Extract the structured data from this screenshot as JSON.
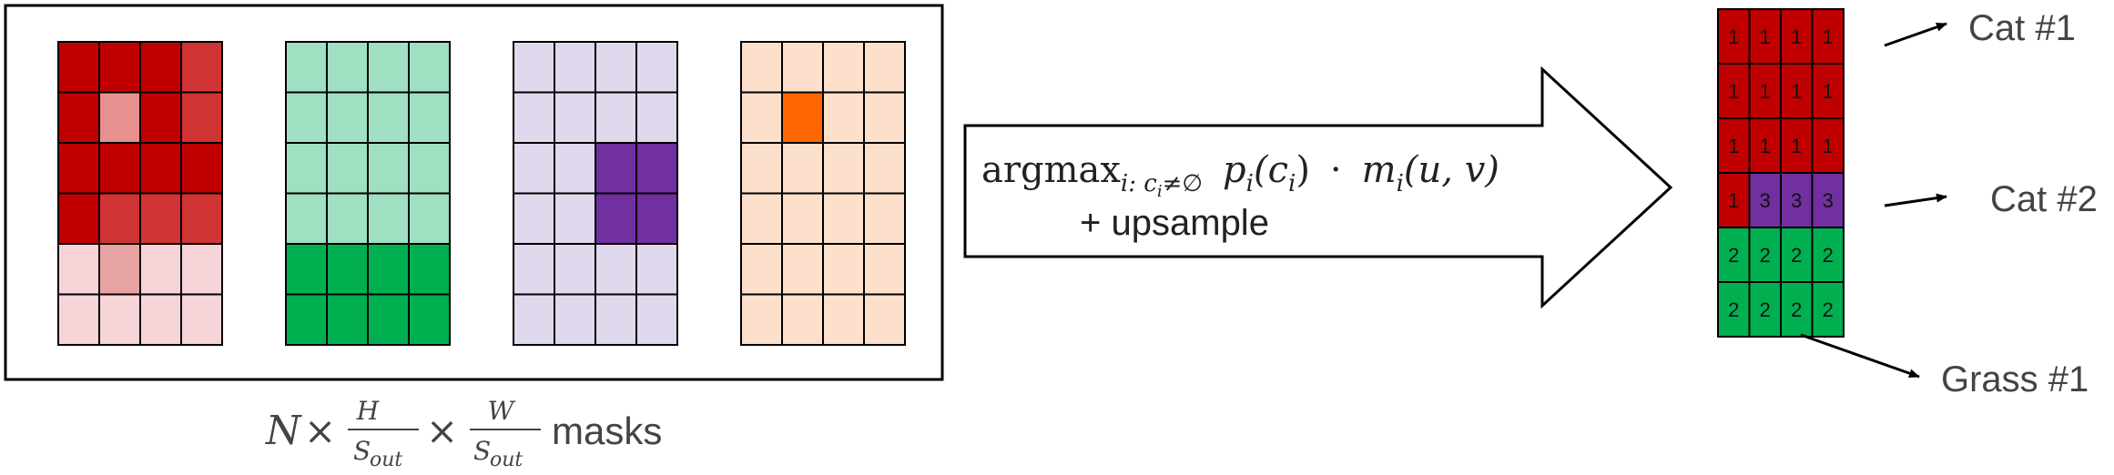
{
  "masks_caption": {
    "N": "N",
    "times1": "×",
    "h_num": "H",
    "h_den": "S",
    "h_den_sub": "out",
    "times2": "×",
    "w_num": "W",
    "w_den": "S",
    "w_den_sub": "out",
    "suffix": "masks"
  },
  "arrow_formula": {
    "argmax": "argmax",
    "argmax_sub": "i: c",
    "argmax_sub_i": "i",
    "argmax_sub_rest": "≠∅",
    "p": "p",
    "p_sub": "i",
    "p_arg": "(c",
    "p_arg_sub": "i",
    "p_arg_close": ")",
    "dot": "·",
    "m": "m",
    "m_sub": "i",
    "m_arg": "(u, v)",
    "line2": "+ upsample"
  },
  "labels": {
    "cat1": "Cat #1",
    "cat2": "Cat #2",
    "grass1": "Grass #1"
  },
  "masks": [
    {
      "cells": [
        [
          "#c00000",
          "#c00000",
          "#c00000",
          "#d13434"
        ],
        [
          "#c00000",
          "#e6908f",
          "#c00000",
          "#d13434"
        ],
        [
          "#c00000",
          "#c00000",
          "#c00000",
          "#c00000"
        ],
        [
          "#c00000",
          "#d13434",
          "#d13434",
          "#d13434"
        ],
        [
          "#f6d4d8",
          "#e8a3a4",
          "#f6d4d8",
          "#f6d4d8"
        ],
        [
          "#f6d4d8",
          "#f6d4d8",
          "#f6d4d8",
          "#f6d4d8"
        ]
      ]
    },
    {
      "cells": [
        [
          "#9fe0c2",
          "#9fe0c2",
          "#9fe0c2",
          "#9fe0c2"
        ],
        [
          "#9fe0c2",
          "#9fe0c2",
          "#9fe0c2",
          "#9fe0c2"
        ],
        [
          "#9fe0c2",
          "#9fe0c2",
          "#9fe0c2",
          "#9fe0c2"
        ],
        [
          "#9fe0c2",
          "#9fe0c2",
          "#9fe0c2",
          "#9fe0c2"
        ],
        [
          "#00b050",
          "#00b050",
          "#00b050",
          "#00b050"
        ],
        [
          "#00b050",
          "#00b050",
          "#00b050",
          "#00b050"
        ]
      ]
    },
    {
      "cells": [
        [
          "#e0d8ed",
          "#e0d8ed",
          "#e0d8ed",
          "#e0d8ed"
        ],
        [
          "#e0d8ed",
          "#e0d8ed",
          "#e0d8ed",
          "#e0d8ed"
        ],
        [
          "#e0d8ed",
          "#e0d8ed",
          "#7030a0",
          "#7030a0"
        ],
        [
          "#e0d8ed",
          "#e0d8ed",
          "#7030a0",
          "#7030a0"
        ],
        [
          "#e0d8ed",
          "#e0d8ed",
          "#e0d8ed",
          "#e0d8ed"
        ],
        [
          "#e0d8ed",
          "#e0d8ed",
          "#e0d8ed",
          "#e0d8ed"
        ]
      ]
    },
    {
      "cells": [
        [
          "#fde0cc",
          "#fde0cc",
          "#fde0cc",
          "#fde0cc"
        ],
        [
          "#fde0cc",
          "#ff6600",
          "#fde0cc",
          "#fde0cc"
        ],
        [
          "#fde0cc",
          "#fde0cc",
          "#fde0cc",
          "#fde0cc"
        ],
        [
          "#fde0cc",
          "#fde0cc",
          "#fde0cc",
          "#fde0cc"
        ],
        [
          "#fde0cc",
          "#fde0cc",
          "#fde0cc",
          "#fde0cc"
        ],
        [
          "#fde0cc",
          "#fde0cc",
          "#fde0cc",
          "#fde0cc"
        ]
      ]
    }
  ],
  "result": {
    "cells": [
      [
        {
          "v": "1",
          "c": "#c00000"
        },
        {
          "v": "1",
          "c": "#c00000"
        },
        {
          "v": "1",
          "c": "#c00000"
        },
        {
          "v": "1",
          "c": "#c00000"
        }
      ],
      [
        {
          "v": "1",
          "c": "#c00000"
        },
        {
          "v": "1",
          "c": "#c00000"
        },
        {
          "v": "1",
          "c": "#c00000"
        },
        {
          "v": "1",
          "c": "#c00000"
        }
      ],
      [
        {
          "v": "1",
          "c": "#c00000"
        },
        {
          "v": "1",
          "c": "#c00000"
        },
        {
          "v": "1",
          "c": "#c00000"
        },
        {
          "v": "1",
          "c": "#c00000"
        }
      ],
      [
        {
          "v": "1",
          "c": "#c00000"
        },
        {
          "v": "3",
          "c": "#7030a0"
        },
        {
          "v": "3",
          "c": "#7030a0"
        },
        {
          "v": "3",
          "c": "#7030a0"
        }
      ],
      [
        {
          "v": "2",
          "c": "#00b050"
        },
        {
          "v": "2",
          "c": "#00b050"
        },
        {
          "v": "2",
          "c": "#00b050"
        },
        {
          "v": "2",
          "c": "#00b050"
        }
      ],
      [
        {
          "v": "2",
          "c": "#00b050"
        },
        {
          "v": "2",
          "c": "#00b050"
        },
        {
          "v": "2",
          "c": "#00b050"
        },
        {
          "v": "2",
          "c": "#00b050"
        }
      ]
    ]
  }
}
